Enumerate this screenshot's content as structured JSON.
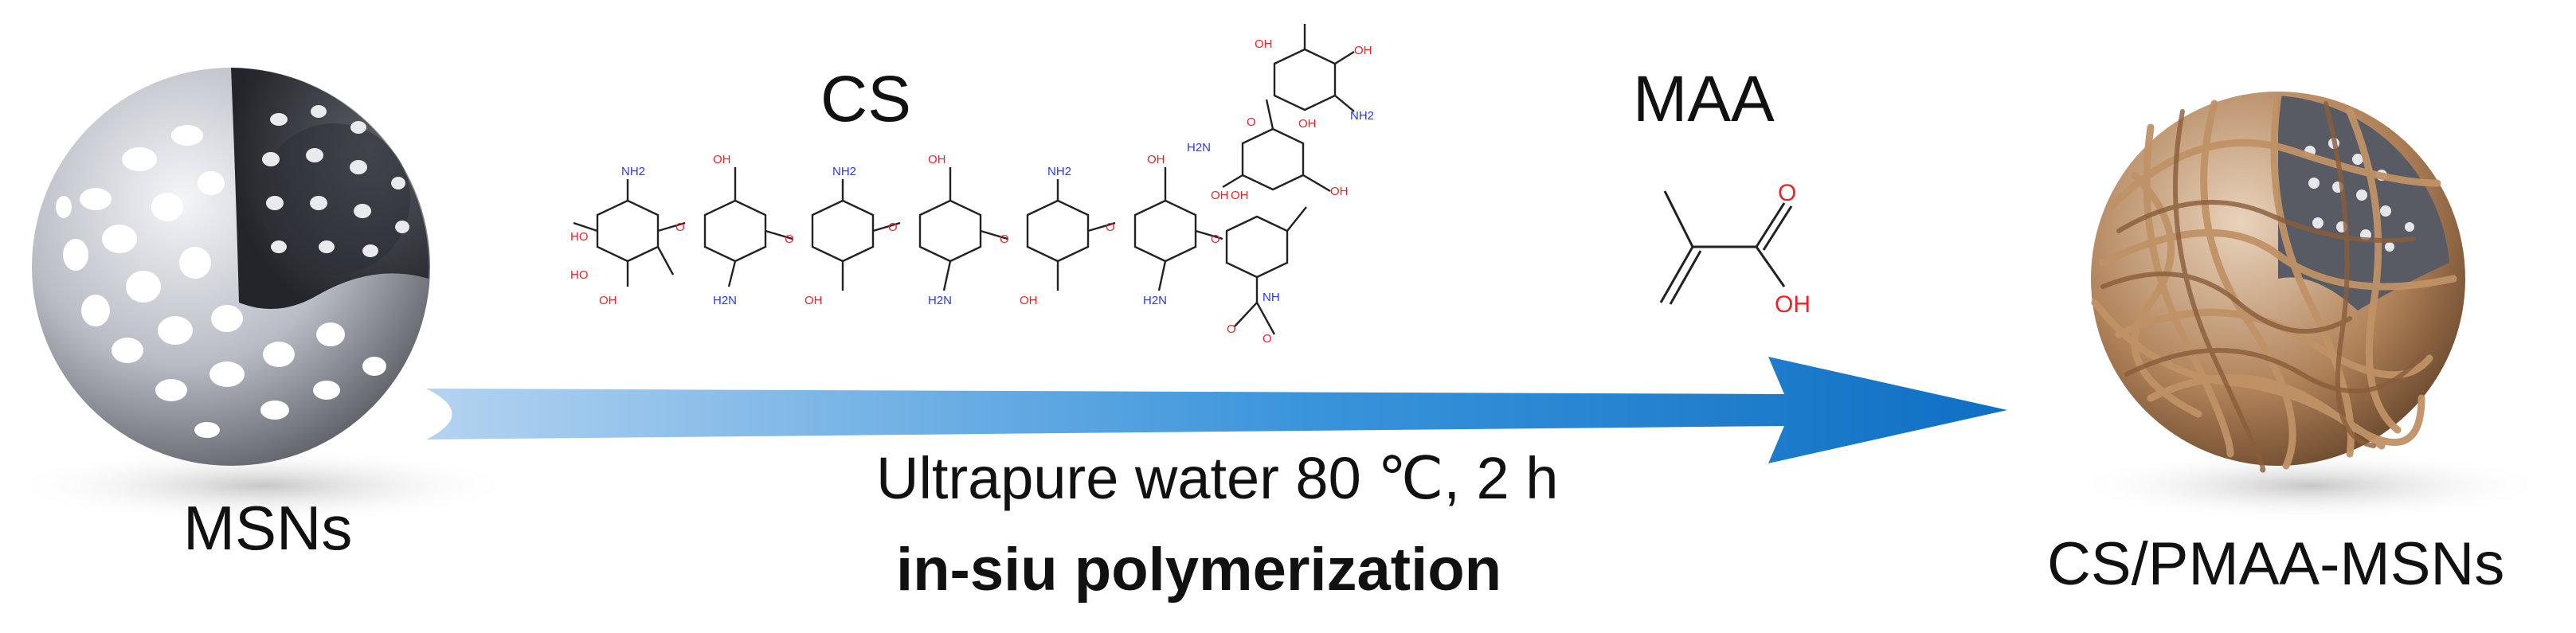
{
  "labels": {
    "msns": "MSNs",
    "cs": "CS",
    "maa": "MAA",
    "conditions": "Ultrapure water 80 ℃, 2 h",
    "polymerization": "in-siu polymerization",
    "product": "CS/PMAA-MSNs"
  },
  "molecule_atoms": {
    "ho": "HO",
    "oh": "OH",
    "o": "O",
    "nh2": "NH2",
    "h2n": "H2N",
    "nh": "NH"
  },
  "colors": {
    "arrow_dark": "#1577c8",
    "arrow_light": "#9fc6ea",
    "oxygen": "#e8262a",
    "nitrogen": "#2d3bd6",
    "fiber": "#b98a5f",
    "silica": "#b7bac3"
  }
}
